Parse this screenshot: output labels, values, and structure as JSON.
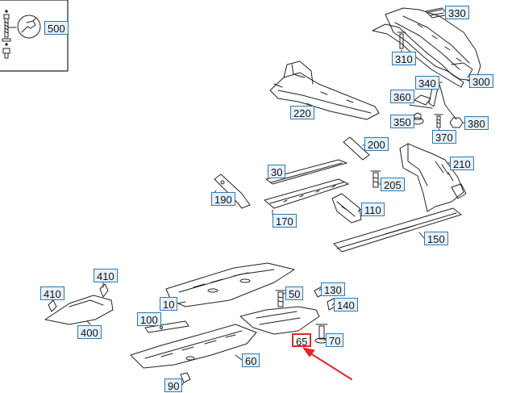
{
  "diagram": {
    "highlight_color": "#e0262a",
    "label_border_color": "#2a7ab8",
    "label_fill_color": "#e6f1fa",
    "highlighted_part": "65",
    "inset_icon": "wrench-icon"
  },
  "labels": {
    "p500": "500",
    "p330": "330",
    "p310": "310",
    "p340": "340",
    "p300": "300",
    "p360": "360",
    "p220": "220",
    "p350": "350",
    "p380": "380",
    "p370": "370",
    "p200": "200",
    "p210": "210",
    "p30": "30",
    "p205": "205",
    "p190": "190",
    "p110": "110",
    "p170": "170",
    "p150": "150",
    "p410a": "410",
    "p410b": "410",
    "p10": "10",
    "p50": "50",
    "p130": "130",
    "p140": "140",
    "p400": "400",
    "p100": "100",
    "p65": "65",
    "p70": "70",
    "p60": "60",
    "p90": "90"
  }
}
